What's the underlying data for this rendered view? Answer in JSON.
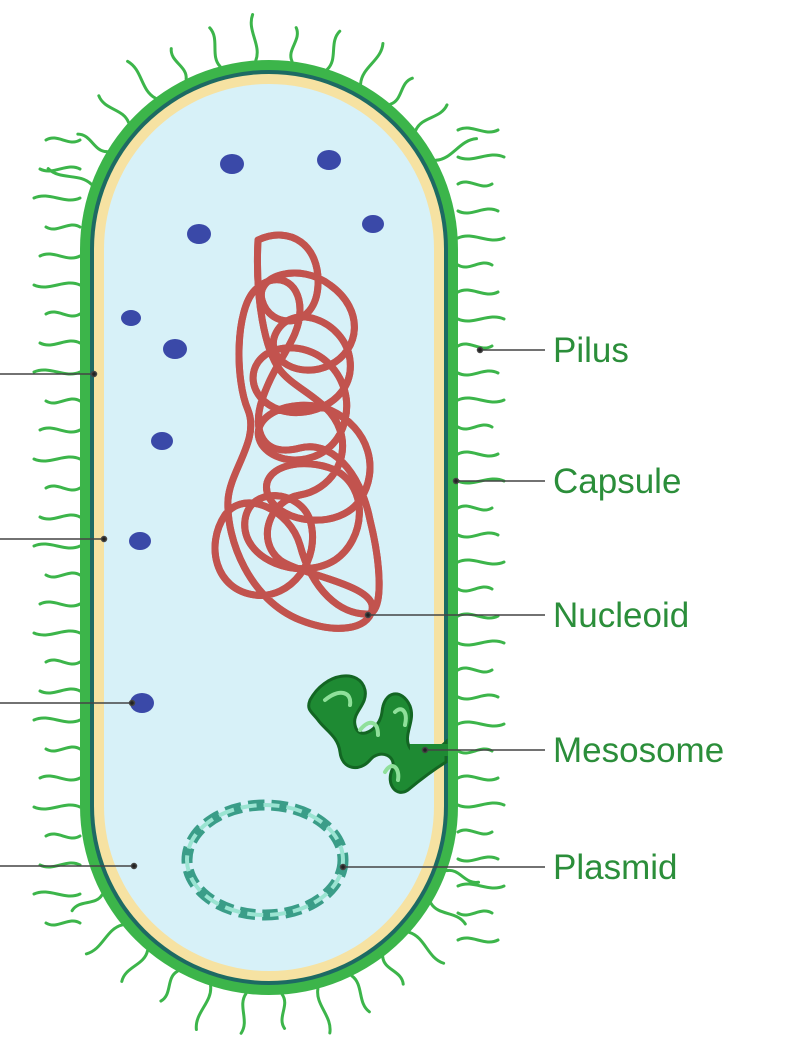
{
  "labels": {
    "pilus": "Pilus",
    "capsule": "Capsule",
    "nucleoid": "Nucleoid",
    "mesosome": "Mesosome",
    "plasmid": "Plasmid"
  },
  "colors": {
    "capsule": "#3cb54a",
    "cell_wall": "#1d6a63",
    "membrane": "#f6e2a2",
    "cytoplasm": "#d7f1f8",
    "nucleoid": "#e7706b",
    "ribosome": "#3a49a8",
    "mesosome": "#2f9a3c",
    "plasmid": "#5cc4ae",
    "label_text": "#2b8e3a",
    "leader_line": "#444444"
  }
}
